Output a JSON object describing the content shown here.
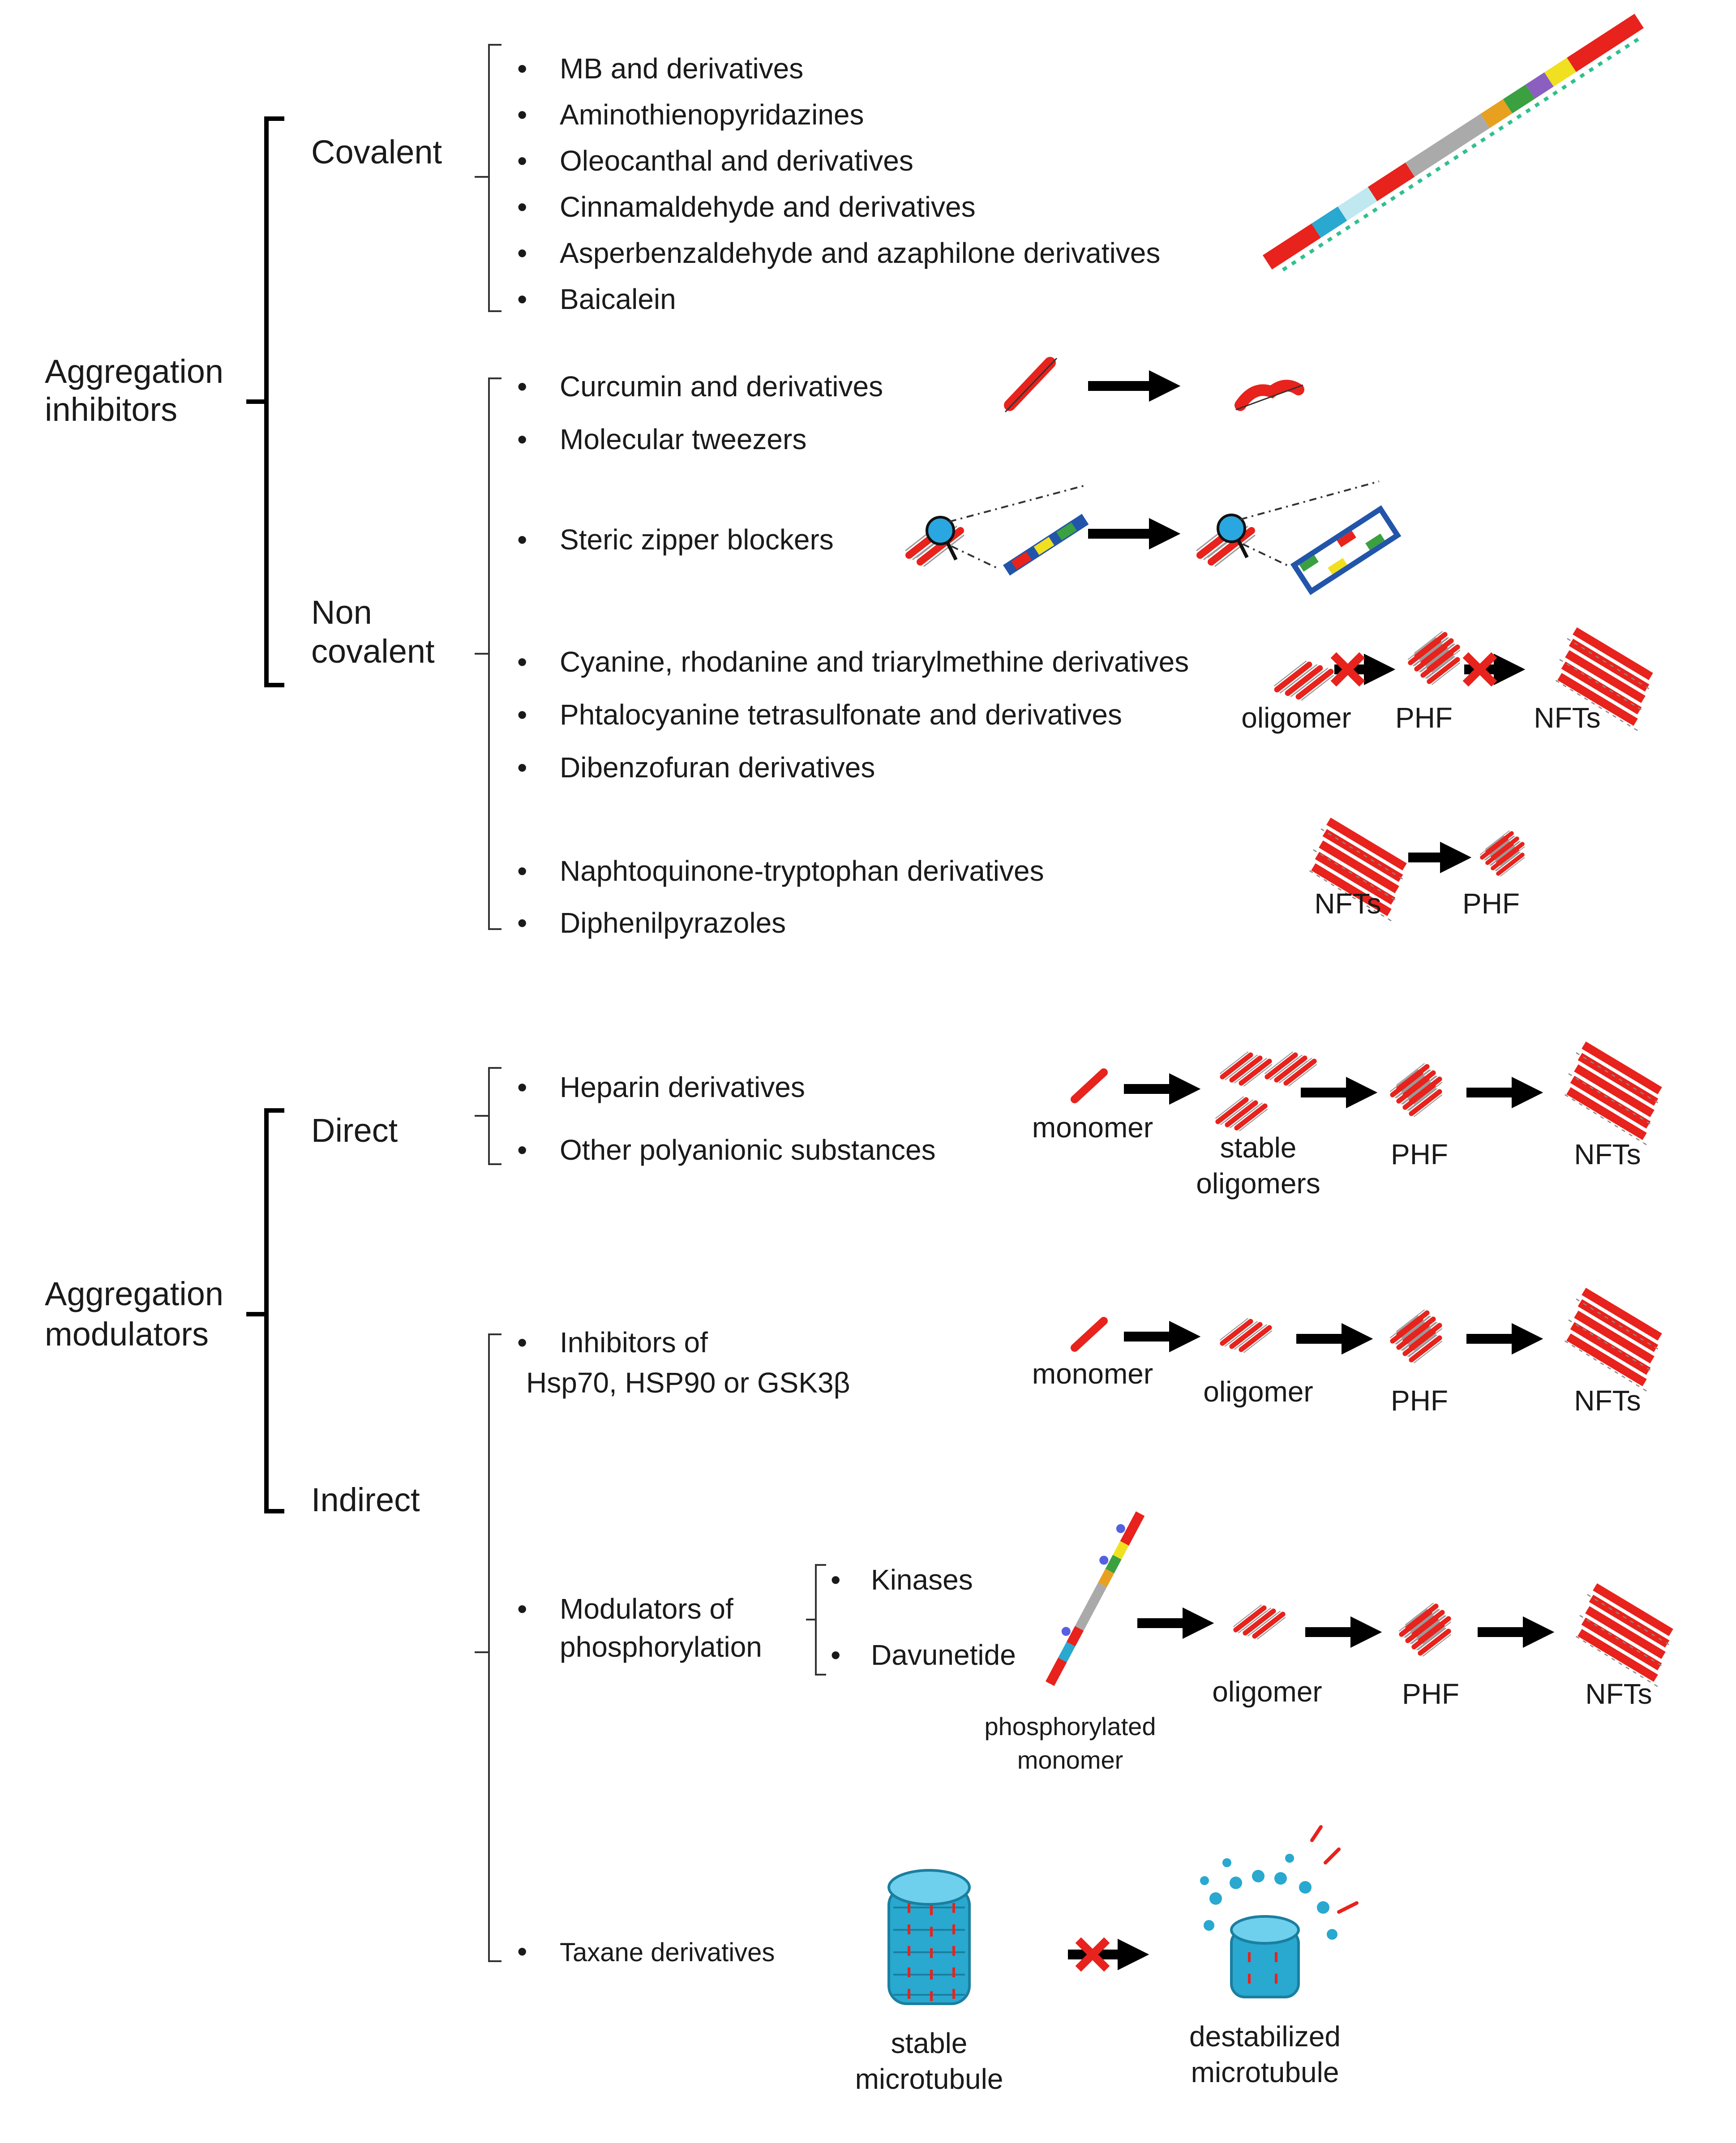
{
  "groups": {
    "inhibitors": {
      "label_line1": "Aggregation",
      "label_line2": "inhibitors",
      "covalent": {
        "label": "Covalent",
        "items": [
          "MB and derivatives",
          "Aminothienopyridazines",
          "Oleocanthal and derivatives",
          "Cinnamaldehyde and derivatives",
          "Asperbenzaldehyde and azaphilone derivatives",
          "Baicalein"
        ]
      },
      "noncovalent": {
        "label_line1": "Non",
        "label_line2": "covalent",
        "items": [
          "Curcumin and derivatives",
          "Molecular tweezers",
          "Steric zipper blockers",
          "Cyanine, rhodanine and triarylmethine derivatives",
          "Phtalocyanine tetrasulfonate and derivatives",
          "Dibenzofuran derivatives",
          "Naphtoquinone-tryptophan derivatives",
          "Diphenilpyrazoles"
        ]
      }
    },
    "modulators": {
      "label_line1": "Aggregation",
      "label_line2": "modulators",
      "direct": {
        "label": "Direct",
        "items": [
          "Heparin derivatives",
          "Other polyanionic substances"
        ]
      },
      "indirect": {
        "label": "Indirect",
        "inhibitors_line1": "Inhibitors of",
        "inhibitors_line2": "Hsp70, HSP90 or GSK3β",
        "phospho_line1": "Modulators of",
        "phospho_line2": "phosphorylation",
        "phospho_subitems": [
          "Kinases",
          "Davunetide"
        ],
        "taxane": "Taxane derivatives"
      }
    }
  },
  "bullet": "•",
  "schemes": {
    "cyanine": [
      "oligomer",
      "PHF",
      "NFTs"
    ],
    "naphto": [
      "NFTs",
      "PHF"
    ],
    "direct": [
      "monomer",
      "stable",
      "oligomers",
      "PHF",
      "NFTs"
    ],
    "inhibitors": [
      "monomer",
      "oligomer",
      "PHF",
      "NFTs"
    ],
    "phospho": [
      "phosphorylated",
      "monomer",
      "oligomer",
      "PHF",
      "NFTs"
    ],
    "taxane": [
      "stable",
      "microtubule",
      "destabilized",
      "microtubule"
    ]
  },
  "colors": {
    "tau_red": "#e8221c",
    "microtubule_blue": "#29a8d0",
    "block_cross": "#e8221c",
    "magnifier": "#2aa7e0"
  }
}
